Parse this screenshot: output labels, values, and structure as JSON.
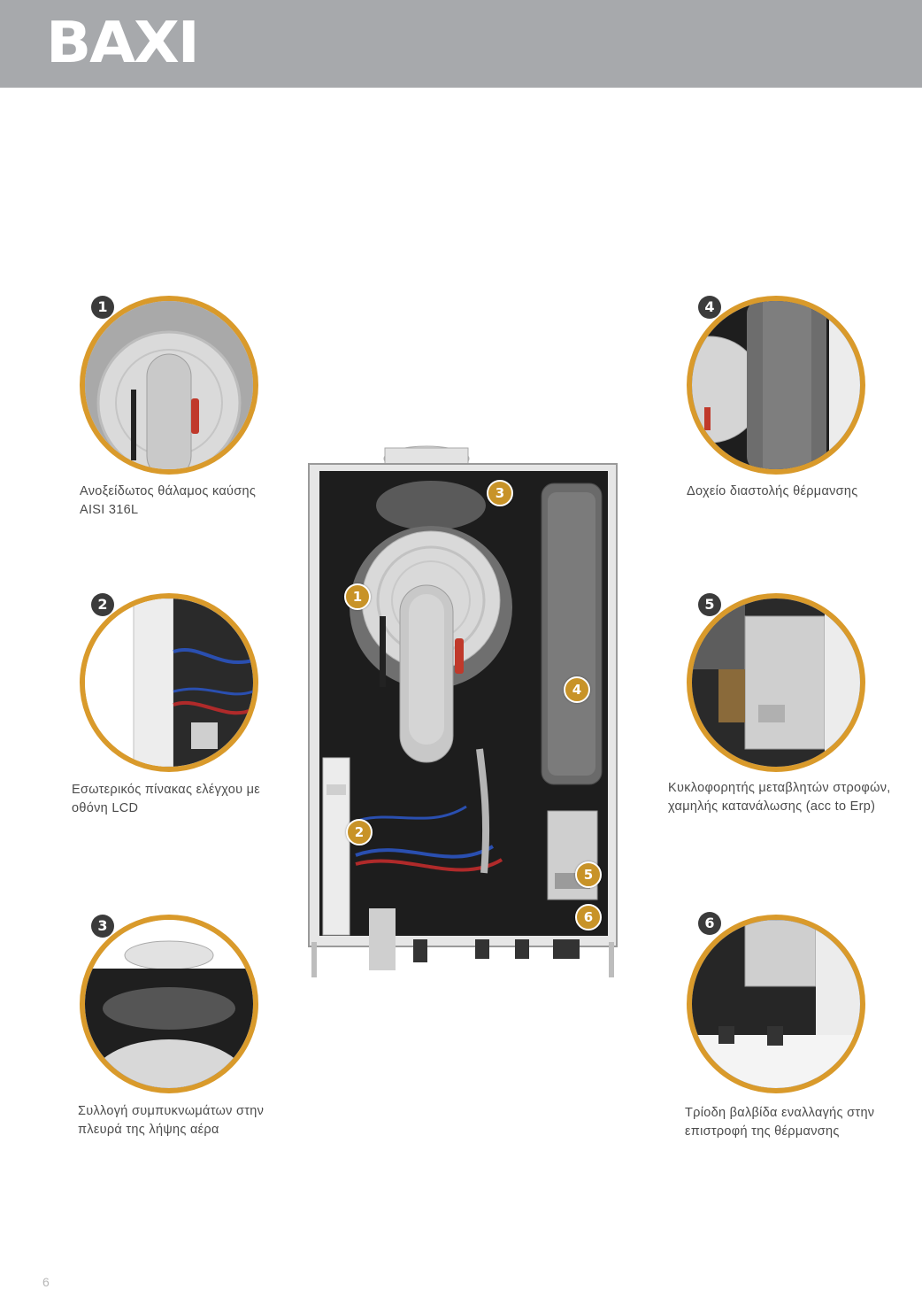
{
  "header": {
    "logo_text": "BAXI",
    "bg_color": "#a7a9ac"
  },
  "accent_color": "#d99a2b",
  "markers": [
    {
      "id": "1",
      "label": "1"
    },
    {
      "id": "2",
      "label": "2"
    },
    {
      "id": "3",
      "label": "3"
    },
    {
      "id": "4",
      "label": "4"
    },
    {
      "id": "5",
      "label": "5"
    },
    {
      "id": "6",
      "label": "6"
    }
  ],
  "features": [
    {
      "number": "1",
      "lines": [
        "Ανοξείδωτος θάλαμος καύσης",
        "AISI 316L"
      ]
    },
    {
      "number": "2",
      "lines": [
        "Εσωτερικός πίνακας ελέγχου με",
        "οθόνη LCD"
      ]
    },
    {
      "number": "3",
      "lines": [
        "Συλλογή συμπυκνωμάτων στην",
        "πλευρά της λήψης αέρα"
      ]
    },
    {
      "number": "4",
      "lines": [
        "Δοχείο διαστολής θέρμανσης"
      ]
    },
    {
      "number": "5",
      "lines": [
        "Κυκλοφορητής μεταβλητών στροφών,",
        "χαμηλής κατανάλωσης (acc to Erp)"
      ]
    },
    {
      "number": "6",
      "lines": [
        "Τρίοδη βαλβίδα εναλλαγής στην",
        "επιστροφή της θέρμανσης"
      ]
    }
  ],
  "page_number": "6"
}
